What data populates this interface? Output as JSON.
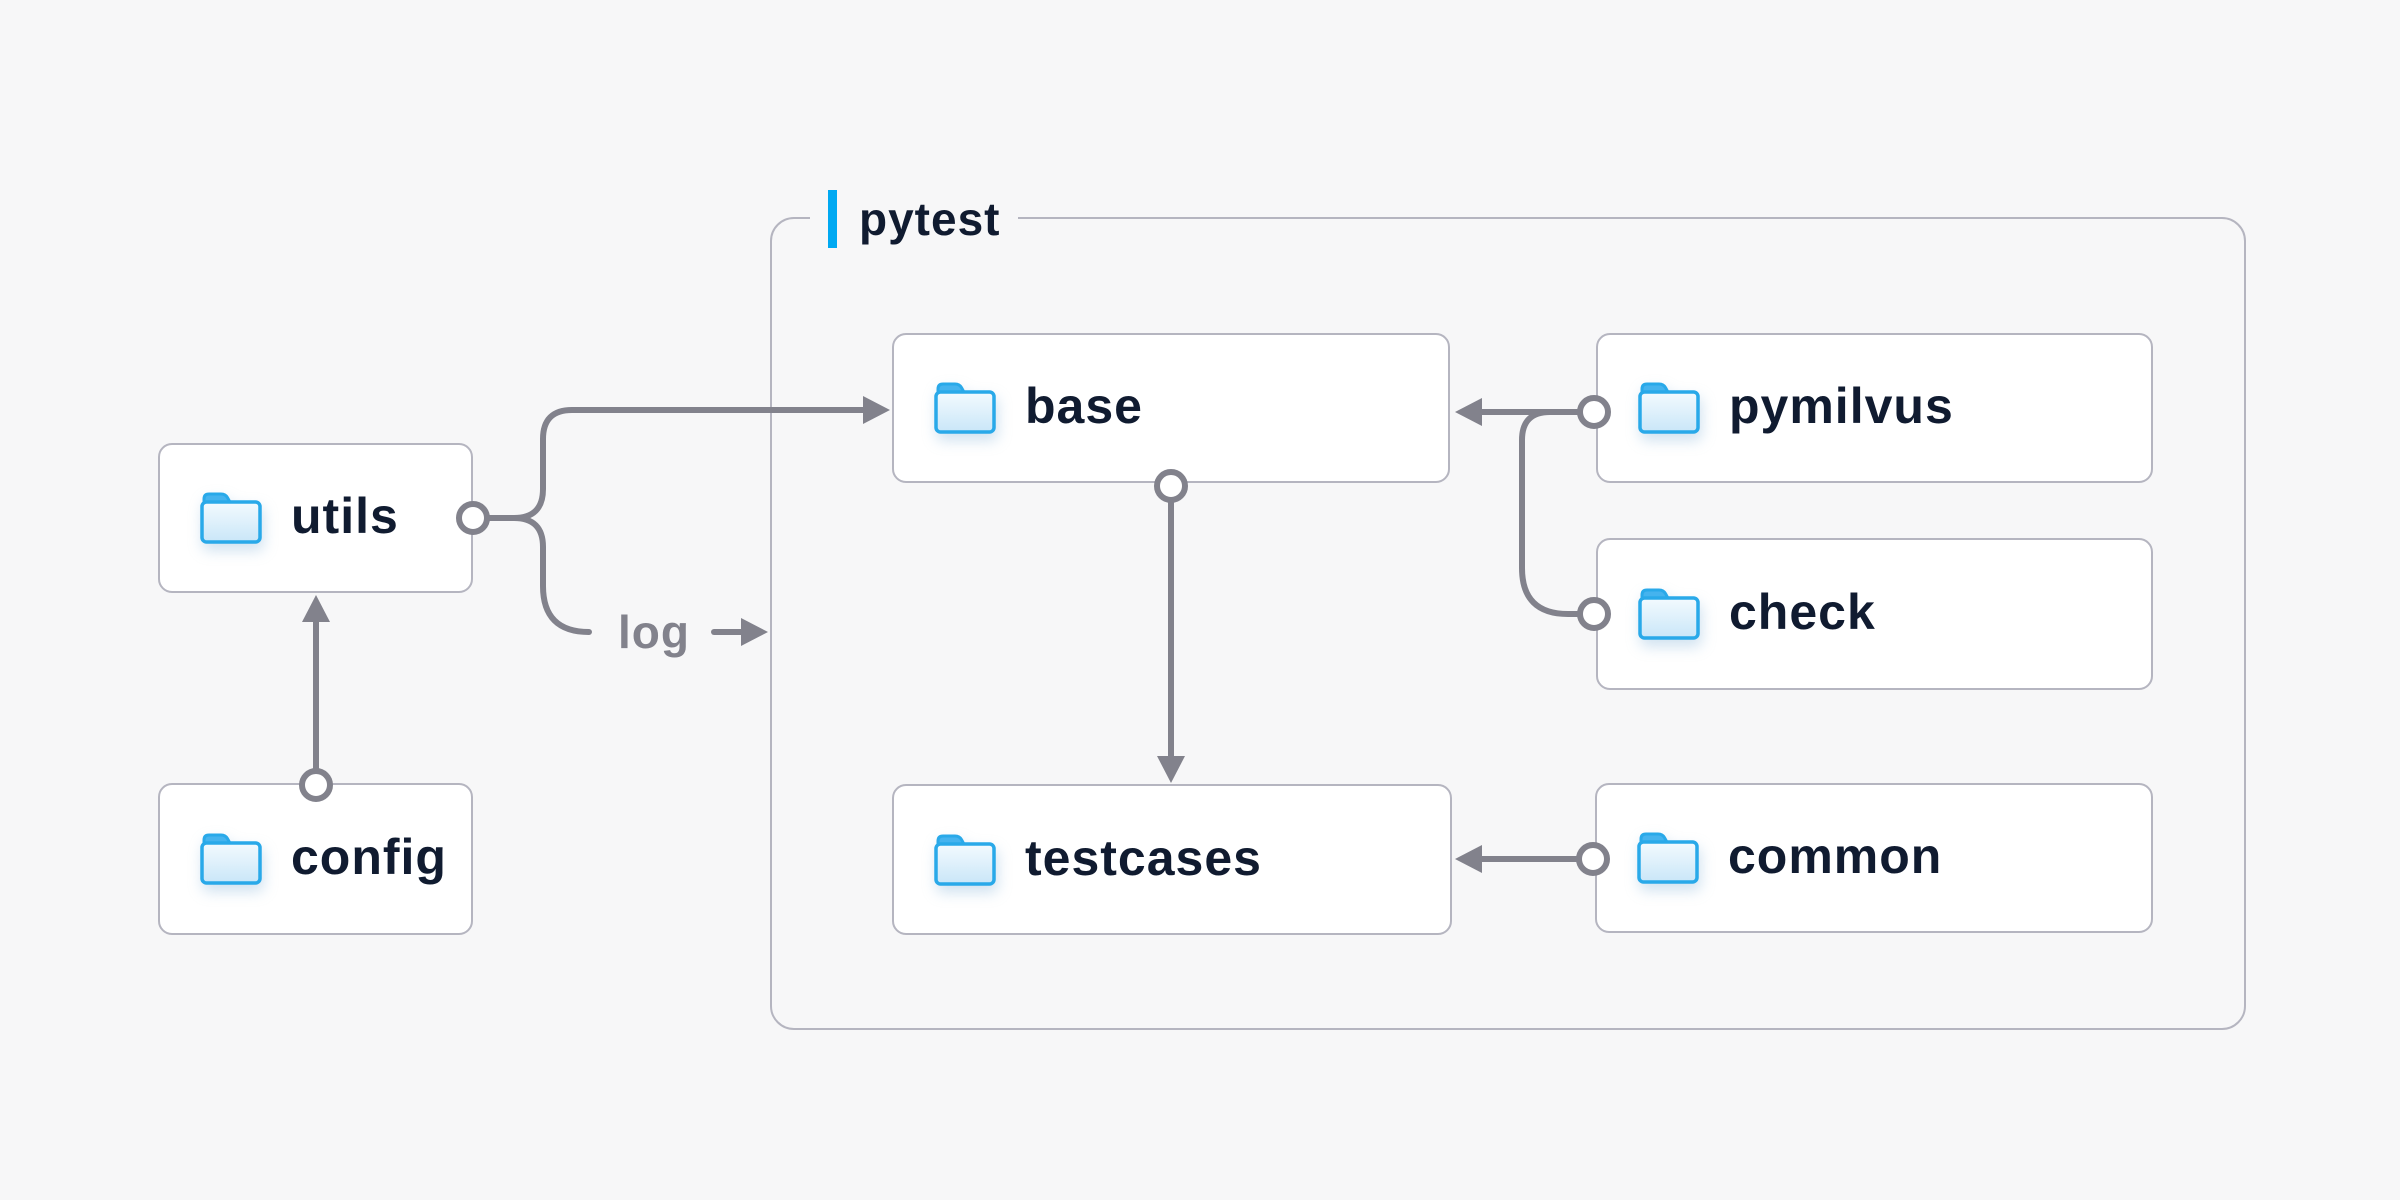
{
  "diagram": {
    "group": {
      "label": "pytest"
    },
    "nodes": {
      "utils": {
        "label": "utils",
        "icon": "folder-icon"
      },
      "config": {
        "label": "config",
        "icon": "folder-icon"
      },
      "base": {
        "label": "base",
        "icon": "folder-icon"
      },
      "pymilvus": {
        "label": "pymilvus",
        "icon": "folder-icon"
      },
      "check": {
        "label": "check",
        "icon": "folder-icon"
      },
      "testcases": {
        "label": "testcases",
        "icon": "folder-icon"
      },
      "common": {
        "label": "common",
        "icon": "folder-icon"
      }
    },
    "edge_labels": {
      "log": "log"
    },
    "edges": [
      {
        "from": "config",
        "to": "utils"
      },
      {
        "from": "utils",
        "to": "base"
      },
      {
        "from": "utils",
        "to": "log (into pytest)"
      },
      {
        "from": "base",
        "to": "testcases"
      },
      {
        "from": "pymilvus",
        "to": "base"
      },
      {
        "from": "check",
        "to": "base"
      },
      {
        "from": "common",
        "to": "testcases"
      }
    ],
    "colors": {
      "background": "#f7f7f8",
      "accent_blue": "#00a9f2",
      "connector_gray": "#82828c",
      "border_gray": "#b5b5c0",
      "text_dark": "#101b30",
      "folder_blue": "#29a9e9"
    }
  }
}
